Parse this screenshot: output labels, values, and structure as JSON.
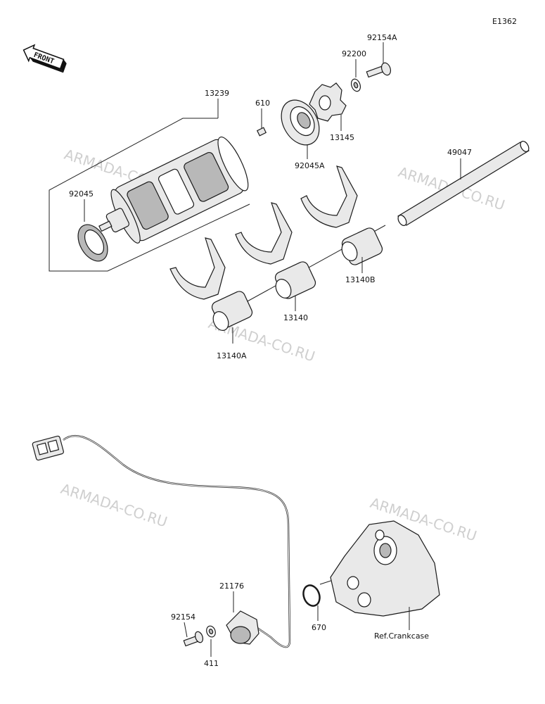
{
  "diagram_code": "E1362",
  "front_label": "FRONT",
  "watermark": "ARMADA-CO.RU",
  "ref_label": "Ref.Crankcase",
  "parts": {
    "p92154A": "92154A",
    "p92200": "92200",
    "p13145": "13145",
    "p92045A": "92045A",
    "p13239": "13239",
    "p610": "610",
    "p92045": "92045",
    "p49047": "49047",
    "p13140B": "13140B",
    "p13140": "13140",
    "p13140A": "13140A",
    "p21176": "21176",
    "p92154": "92154",
    "p411": "411",
    "p670": "670"
  }
}
